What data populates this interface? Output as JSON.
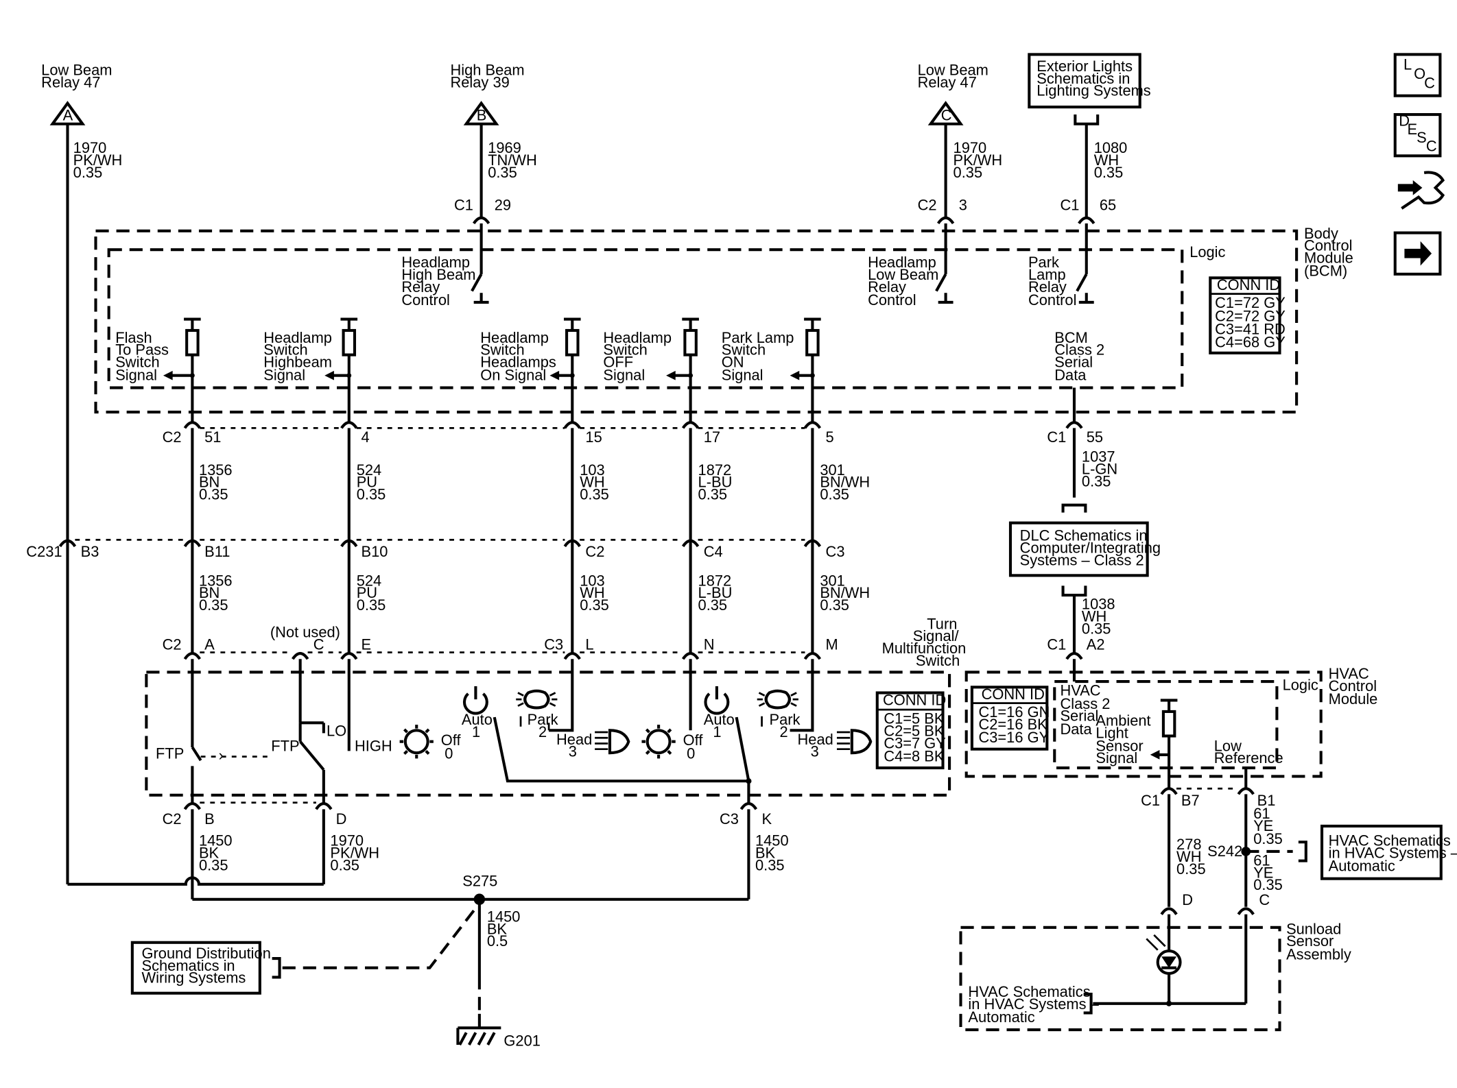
{
  "bcm": {
    "module": [
      "Body",
      "Control",
      "Module",
      "(BCM)"
    ],
    "logic": "Logic",
    "conn_title": "CONN ID",
    "conn": [
      "C1=72 GY",
      "C2=72 GY",
      "C3=41 RD",
      "C4=68 GY"
    ],
    "hb_control": [
      "Headlamp",
      "High Beam",
      "Relay",
      "Control"
    ],
    "lb_control": [
      "Headlamp",
      "Low Beam",
      "Relay",
      "Control"
    ],
    "park_control": [
      "Park",
      "Lamp",
      "Relay",
      "Control"
    ],
    "flash": [
      "Flash",
      "To Pass",
      "Switch",
      "Signal"
    ],
    "highbeam": [
      "Headlamp",
      "Switch",
      "Highbeam",
      "Signal"
    ],
    "headlamps_on": [
      "Headlamp",
      "Switch",
      "Headlamps",
      "On  Signal"
    ],
    "off": [
      "Headlamp",
      "Switch",
      "OFF",
      "Signal"
    ],
    "park_on": [
      "Park Lamp",
      "Switch",
      "ON",
      "Signal"
    ],
    "class2": [
      "BCM",
      "Class 2",
      "Serial",
      "Data"
    ]
  },
  "relays": {
    "a": {
      "name": [
        "Low Beam",
        "Relay 47"
      ],
      "letter": "A",
      "wire": [
        "1970",
        "PK/WH",
        "0.35"
      ]
    },
    "b": {
      "name": [
        "High Beam",
        "Relay 39"
      ],
      "letter": "B",
      "wire": [
        "1969",
        "TN/WH",
        "0.35"
      ],
      "conn": "C1",
      "pin": "29"
    },
    "c": {
      "name": [
        "Low Beam",
        "Relay 47"
      ],
      "letter": "C",
      "wire": [
        "1970",
        "PK/WH",
        "0.35"
      ],
      "conn": "C2",
      "pin": "3"
    },
    "ext": {
      "ref": [
        "Exterior Lights",
        "Schematics in",
        "Lighting Systems"
      ],
      "wire": [
        "1080",
        "WH",
        "0.35"
      ],
      "conn": "C1",
      "pin": "65"
    }
  },
  "bcm_out": {
    "c1": {
      "conn": "C2",
      "pin": "51",
      "wire": [
        "1356",
        "BN",
        "0.35"
      ]
    },
    "c2": {
      "pin": "4",
      "wire": [
        "524",
        "PU",
        "0.35"
      ]
    },
    "c3": {
      "pin": "15",
      "wire": [
        "103",
        "WH",
        "0.35"
      ]
    },
    "c4": {
      "pin": "17",
      "wire": [
        "1872",
        "L-BU",
        "0.35"
      ]
    },
    "c5": {
      "pin": "5",
      "wire": [
        "301",
        "BN/WH",
        "0.35"
      ]
    },
    "c6": {
      "conn": "C1",
      "pin": "55",
      "wire": [
        "1037",
        "L-GN",
        "0.35"
      ]
    }
  },
  "c231": {
    "name": "C231",
    "b3": "B3",
    "pins": [
      "B11",
      "B10",
      "C2",
      "C4",
      "C3"
    ],
    "wires": [
      [
        "1356",
        "BN",
        "0.35"
      ],
      [
        "524",
        "PU",
        "0.35"
      ],
      [
        "103",
        "WH",
        "0.35"
      ],
      [
        "1872",
        "L-BU",
        "0.35"
      ],
      [
        "301",
        "BN/WH",
        "0.35"
      ]
    ]
  },
  "dlc": {
    "ref": [
      "DLC Schematics in",
      "Computer/Integrating",
      "Systems – Class 2"
    ],
    "wire": [
      "1038",
      "WH",
      "0.35"
    ],
    "conn": "C1",
    "pin": "A2"
  },
  "switch": {
    "title": [
      "Turn",
      "Signal/",
      "Multifunction",
      "Switch"
    ],
    "not_used": "(Not used)",
    "c2": "C2",
    "c3": "C3",
    "pins_top": [
      "A",
      "C",
      "E",
      "L",
      "N",
      "M"
    ],
    "ftp": "FTP",
    "lo": "LO",
    "high": "HIGH",
    "off": "Off",
    "zero": "0",
    "auto": "Auto",
    "one": "1",
    "park": "Park",
    "two": "2",
    "head": "Head",
    "three": "3",
    "conn_title": "CONN ID",
    "conn": [
      "C1=5 BK",
      "C2=5 BK",
      "C3=7 GY",
      "C4=8 BK"
    ],
    "pins_bottom": [
      "B",
      "D",
      "K"
    ],
    "wire_b": [
      "1450",
      "BK",
      "0.35"
    ],
    "wire_d": [
      "1970",
      "PK/WH",
      "0.35"
    ],
    "wire_k": [
      "1450",
      "BK",
      "0.35"
    ]
  },
  "ground": {
    "splice": "S275",
    "wire": [
      "1450",
      "BK",
      "0.5"
    ],
    "ref": [
      "Ground Distribution",
      "Schematics in",
      "Wiring Systems"
    ],
    "g": "G201"
  },
  "hvac": {
    "module": [
      "HVAC",
      "Control",
      "Module"
    ],
    "logic": "Logic",
    "conn_title": "CONN ID",
    "conn": [
      "C1=16 GN",
      "C2=16 BK",
      "C3=16 GY"
    ],
    "class2": [
      "HVAC",
      "Class 2",
      "Serial",
      "Data"
    ],
    "ambient": [
      "Ambient",
      "Light",
      "Sensor",
      "Signal"
    ],
    "low_ref": [
      "Low",
      "Reference"
    ],
    "c1": "C1",
    "b7": "B7",
    "b1": "B1",
    "wire_278": [
      "278",
      "WH",
      "0.35"
    ],
    "wire_61a": [
      "61",
      "YE",
      "0.35"
    ],
    "wire_61b": [
      "61",
      "YE",
      "0.35"
    ],
    "splice": "S242",
    "ref_top": [
      "HVAC Schematics",
      "in HVAC Systems –",
      "Automatic"
    ],
    "d": "D",
    "c": "C"
  },
  "sunload": {
    "name": [
      "Sunload",
      "Sensor",
      "Assembly"
    ],
    "ref": [
      "HVAC Schematics",
      "in HVAC Systems –",
      "Automatic"
    ]
  },
  "nav": {
    "loc": [
      "L",
      "O",
      "C"
    ],
    "desc": [
      "D",
      "E",
      "S",
      "C"
    ]
  }
}
